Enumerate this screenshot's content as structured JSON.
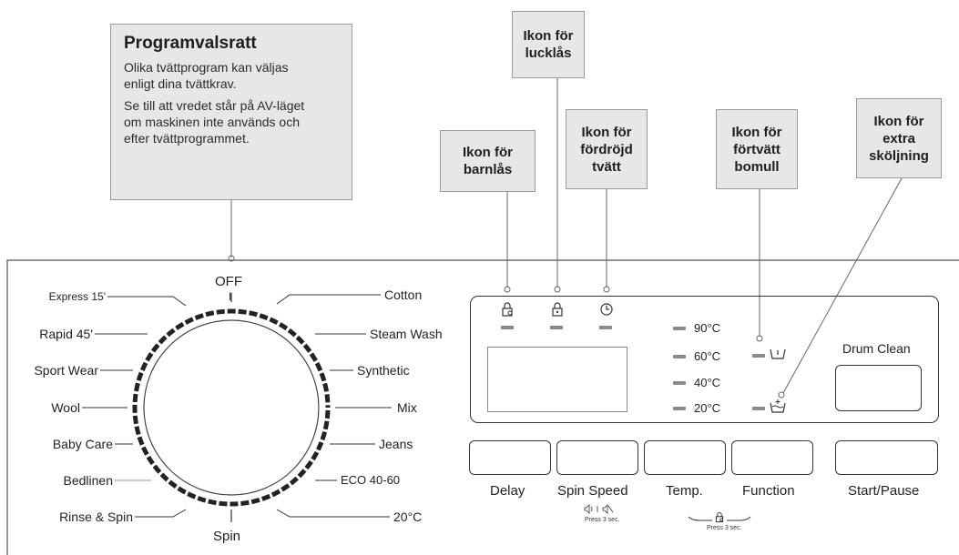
{
  "callouts": {
    "program_dial": {
      "title": "Programvalsratt",
      "paragraph1": "Olika tvättprogram kan väljas enligt dina tvättkrav.",
      "paragraph2": "Se till att vredet står på AV-läget om maskinen inte används och efter tvättprogrammet."
    },
    "door_lock": {
      "line1": "Ikon för",
      "line2": "lucklås"
    },
    "child_lock": {
      "line1": "Ikon för",
      "line2": "barnlås"
    },
    "delay_wash": {
      "line1": "Ikon för",
      "line2": "fördröjd",
      "line3": "tvätt"
    },
    "prewash": {
      "line1": "Ikon för",
      "line2": "förtvätt",
      "line3": "bomull"
    },
    "extra_rinse": {
      "line1": "Ikon för",
      "line2": "extra",
      "line3": "sköljning"
    }
  },
  "dial": {
    "off": "OFF",
    "off_mark": "I",
    "programs_left": [
      "Express 15'",
      "Rapid 45'",
      "Sport Wear",
      "Wool",
      "Baby Care",
      "Bedlinen",
      "Rinse & Spin"
    ],
    "programs_right": [
      "Cotton",
      "Steam Wash",
      "Synthetic",
      "Mix",
      "Jeans",
      "ECO 40-60",
      "20°C"
    ],
    "bottom": "Spin"
  },
  "panel": {
    "temperatures": [
      "90°C",
      "60°C",
      "40°C",
      "20°C"
    ],
    "drum_clean": "Drum Clean"
  },
  "buttons": {
    "delay": "Delay",
    "spin_speed": "Spin Speed",
    "temp": "Temp.",
    "function": "Function",
    "start_pause": "Start/Pause",
    "spin_hint": "Press 3 sec.",
    "lock_hint": "Press 3 sec."
  },
  "icons": {
    "child_lock": "child-lock-icon",
    "door_lock": "door-lock-icon",
    "delay": "clock-icon",
    "prewash": "prewash-icon",
    "extra_rinse": "extra-rinse-icon",
    "sound": "sound-icon"
  }
}
